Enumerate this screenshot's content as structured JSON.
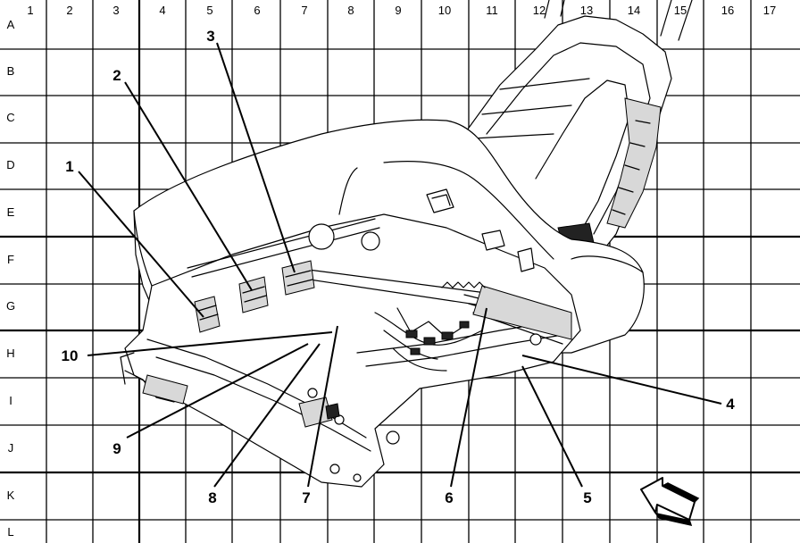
{
  "grid": {
    "columns": [
      "1",
      "2",
      "3",
      "4",
      "5",
      "6",
      "7",
      "8",
      "9",
      "10",
      "11",
      "12",
      "13",
      "14",
      "15",
      "16",
      "17"
    ],
    "rows": [
      "A",
      "B",
      "C",
      "D",
      "E",
      "F",
      "G",
      "H",
      "I",
      "J",
      "K",
      "L"
    ]
  },
  "callouts": [
    {
      "id": "c1",
      "label": "1"
    },
    {
      "id": "c2",
      "label": "2"
    },
    {
      "id": "c3",
      "label": "3"
    },
    {
      "id": "c4",
      "label": "4"
    },
    {
      "id": "c5",
      "label": "5"
    },
    {
      "id": "c6",
      "label": "6"
    },
    {
      "id": "c7",
      "label": "7"
    },
    {
      "id": "c8",
      "label": "8"
    },
    {
      "id": "c9",
      "label": "9"
    },
    {
      "id": "c10",
      "label": "10"
    }
  ],
  "icons": {
    "direction_arrow": "front-direction-arrow-icon"
  }
}
